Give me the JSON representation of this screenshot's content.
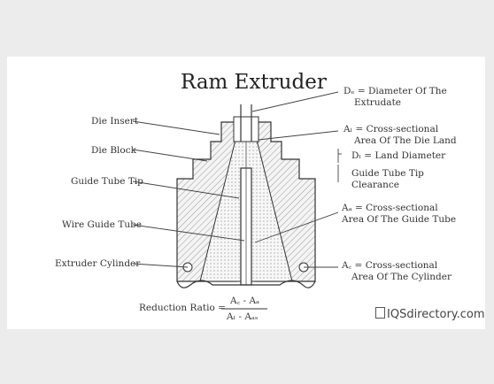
{
  "diagram": {
    "title": "Ram Extruder",
    "labels": {
      "die_insert": "Die Insert",
      "die_block": "Die Block",
      "guide_tube_tip": "Guide Tube Tip",
      "wire_guide_tube": "Wire Guide Tube",
      "extruder_cylinder": "Extruder Cylinder",
      "de_line1": "Dₑ = Diameter Of The",
      "de_line2": "Extrudate",
      "al_line1": "Aₗ = Cross-sectional",
      "al_line2": "Area Of The Die Land",
      "dl": "Dₗ = Land Diameter",
      "gt_line1": "Guide Tube Tip",
      "gt_line2": "Clearance",
      "ag_line1": "Aₐ = Cross-sectional",
      "ag_line2": "Area Of The Guide Tube",
      "ac_line1": "A꜀ = Cross-sectional",
      "ac_line2": "Area Of The Cylinder",
      "rr_label": "Reduction Ratio =",
      "rr_numerator": "A꜀ - Aₐ",
      "rr_denominator": "Aₗ - Aₐₛ"
    },
    "brand": "IQSdirectory.com"
  }
}
